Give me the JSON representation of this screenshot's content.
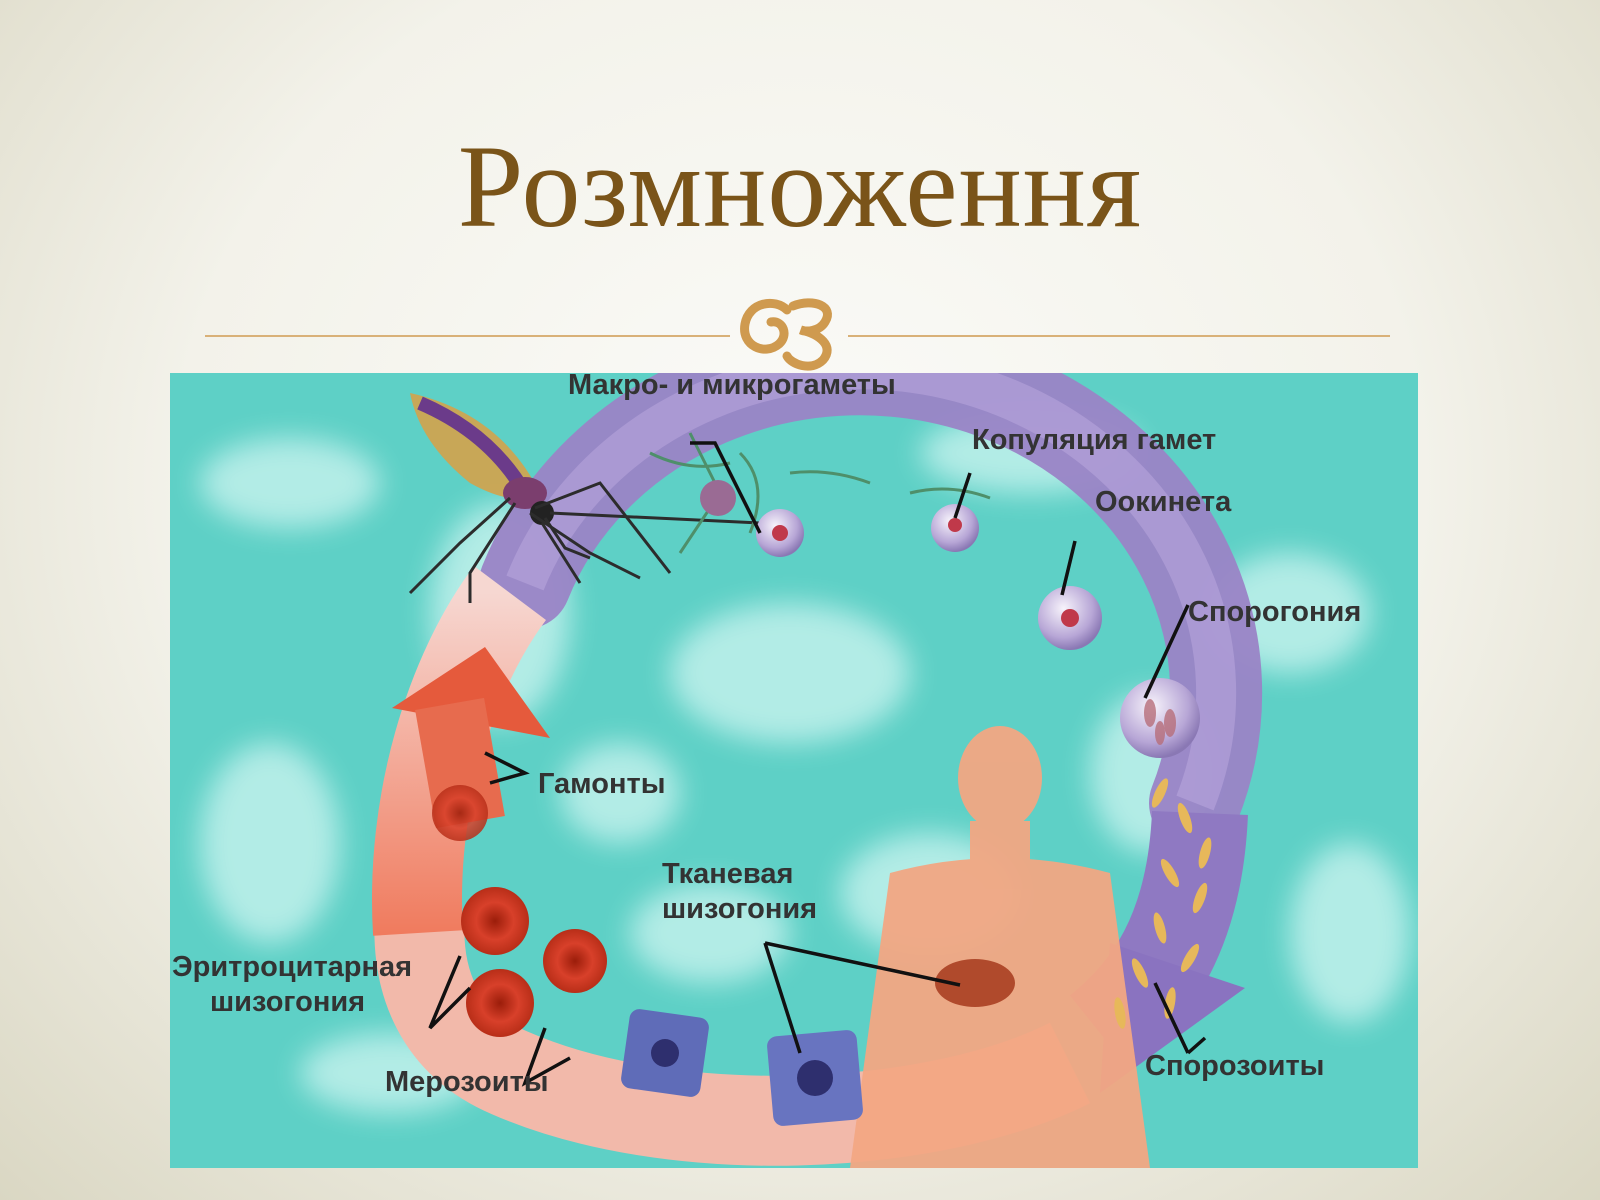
{
  "slide": {
    "title": "Розмноження",
    "accent_color": "#7a5419",
    "rule_color": "#d9b178",
    "ornament_icon": "fleuron-icon"
  },
  "diagram": {
    "background_color": "#5ed0c6",
    "labels": {
      "macro_micro": "Макро- и микрогаметы",
      "copulation": "Копуляция гамет",
      "ookinete": "Оокинета",
      "sporogony": "Спорогония",
      "gamonts": "Гамонты",
      "tissue_line1": "Тканевая",
      "tissue_line2": "шизогония",
      "erythro_line1": "Эритроцитарная",
      "erythro_line2": "шизогония",
      "merozoites": "Мерозоиты",
      "sporozoites": "Спорозоиты"
    }
  }
}
